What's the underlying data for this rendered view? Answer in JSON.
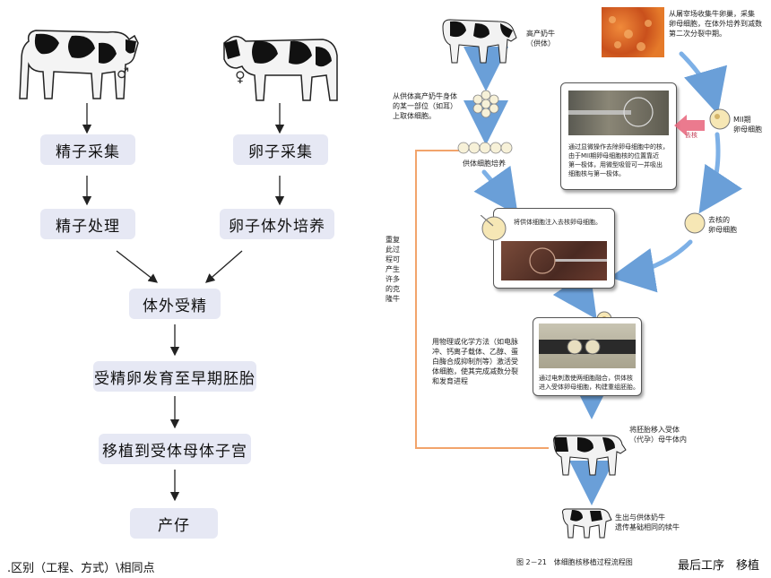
{
  "left": {
    "male_symbol": "♂",
    "female_symbol": "♀",
    "boxes": {
      "sperm_collect": "精子采集",
      "egg_collect": "卵子采集",
      "sperm_process": "精子处理",
      "egg_culture": "卵子体外培养",
      "ivf": "体外受精",
      "embryo_dev": "受精卵发育至早期胚胎",
      "transfer": "移植到受体母体子宫",
      "birth": "产仔"
    }
  },
  "right": {
    "donor_cow": [
      "高产奶牛",
      "（供体）"
    ],
    "take_cells": [
      "从供体高产奶牛身体",
      "的某一部位（如耳）",
      "上取体细胞。"
    ],
    "culture": "供体细胞培养",
    "ovary_note": [
      "从屠宰场收集牛卵巢，采集",
      "卵母细胞，在体外培养到减数",
      "第二次分裂中期。"
    ],
    "mii_label": [
      "MII期",
      "卵母细胞"
    ],
    "enucleate_note": [
      "通过显微操作去除卵母细胞中的核，",
      "由于MII期卵母细胞核的位置靠近",
      "第一极体，用微型吸管可一并吸出",
      "细胞核与第一极体。"
    ],
    "remove_label": "去核",
    "enucleated_label": [
      "去核的",
      "卵母细胞"
    ],
    "inject_note": "将供体细胞注入去核卵母细胞。",
    "repeat_note": [
      "重复",
      "此过",
      "程可",
      "产生",
      "许多",
      "的克",
      "隆牛"
    ],
    "activate_note": [
      "用物理或化学方法（如电脉",
      "冲、钙离子载体、乙醇、蛋",
      "白酶合成抑制剂等）激活受",
      "体细胞，使其完成减数分裂",
      "和发育进程"
    ],
    "fusion_note": [
      "通过电刺激使两细胞融合，供体核",
      "进入受体卵母细胞，构建重组胚胎。"
    ],
    "transfer_note": [
      "将胚胎移入受体",
      "（代孕）母牛体内"
    ],
    "calf_note": [
      "生出与供体奶牛",
      "遗传基础相同的犊牛"
    ],
    "caption": "图 2－21　体细胞核移植过程流程图"
  },
  "footer": {
    "left": ".区别（工程、方式）\\相同点",
    "right": "最后工序　移植"
  }
}
